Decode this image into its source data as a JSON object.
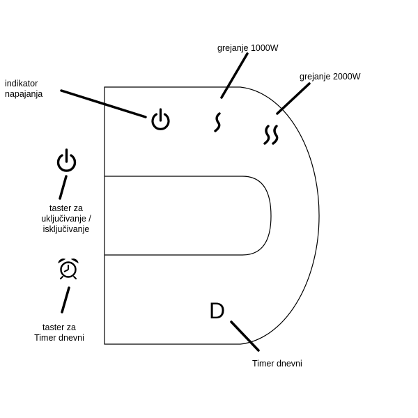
{
  "colors": {
    "outline": "#000000",
    "background": "#ffffff"
  },
  "labels": {
    "power_indicator": [
      "indikator",
      "napajanja"
    ],
    "heating_1000": "grejanje 1000W",
    "heating_2000": "grejanje 2000W",
    "power_button": [
      "taster za",
      "uključivanje /",
      "isključivanje"
    ],
    "timer_button": [
      "taster za",
      "Timer dnevni"
    ],
    "timer_daily": "Timer dnevni"
  },
  "panel": {
    "timer_indicator_letter": "D"
  },
  "icons": {
    "power_indicator": "power-icon",
    "heating_1000": "single-heat-wave-icon",
    "heating_2000": "double-heat-wave-icon",
    "power_button": "power-icon",
    "timer_button": "alarm-clock-icon"
  }
}
